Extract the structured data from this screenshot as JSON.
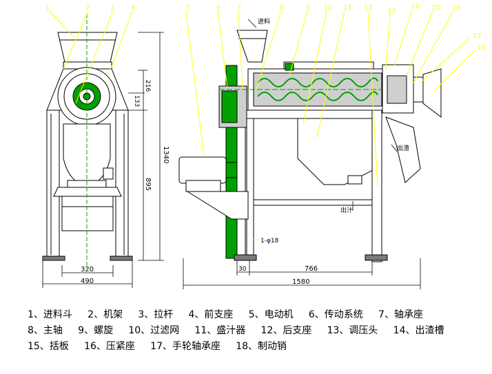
{
  "callouts": [
    "1",
    "2",
    "3",
    "4",
    "5",
    "6",
    "7",
    "8",
    "9",
    "10",
    "11",
    "12",
    "13",
    "14",
    "15",
    "16",
    "17",
    "18"
  ],
  "dimensions": {
    "front_height_total": "1340",
    "front_height_lower": "895",
    "front_upper_a": "216",
    "front_upper_b": "133",
    "front_inner_width": "320",
    "front_outer_width": "490",
    "side_width_total": "1580",
    "side_inner_width": "766",
    "side_small_offset": "30",
    "side_inner_height": "1-φ18"
  },
  "flow_labels": {
    "feed": "进料",
    "slag": "出渣",
    "juice": "出汁"
  },
  "legend": [
    "1、进料斗",
    "2、机架",
    "3、拉杆",
    "4、前支座",
    "5、电动机",
    "6、传动系统",
    "7、轴承座",
    "8、主轴",
    "9、螺旋",
    "10、过滤网",
    "11、盛汁器",
    "12、后支座",
    "13、调压头",
    "14、出渣槽",
    "15、括板",
    "16、压紧座",
    "17、手轮轴承座",
    "18、制动销"
  ],
  "colors": {
    "outline": "#000000",
    "callout_line": "#ffff00",
    "callout_text": "#ffff00",
    "fill_green": "#00a000",
    "fill_grey": "#cfcfcf",
    "fill_dark": "#7a7a7a"
  }
}
